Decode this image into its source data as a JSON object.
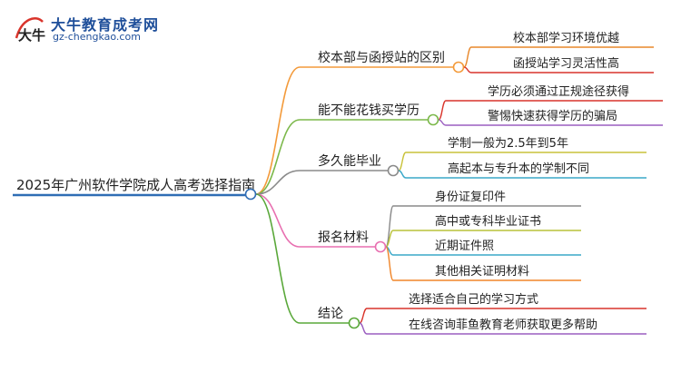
{
  "logo": {
    "title": "大牛教育成考网",
    "url": "gz-chengkao.com",
    "mark_text": "大牛"
  },
  "root": {
    "label": "2025年广州软件学院成人高考选择指南",
    "color": "#2f6db5"
  },
  "branches": [
    {
      "label": "校本部与函授站的区别",
      "color": "#f39a3a",
      "leaves": [
        {
          "label": "校本部学习环境优越",
          "color": "#e8872a"
        },
        {
          "label": "函授站学习灵活性高",
          "color": "#d9342b"
        }
      ]
    },
    {
      "label": "能不能花钱买学历",
      "color": "#7bb84a",
      "leaves": [
        {
          "label": "学历必须通过正规途径获得",
          "color": "#d9342b"
        },
        {
          "label": "警惕快速获得学历的骗局",
          "color": "#9b5fc0"
        }
      ]
    },
    {
      "label": "多久能毕业",
      "color": "#8a8a8a",
      "leaves": [
        {
          "label": "学制一般为2.5年到5年",
          "color": "#c9c23a"
        },
        {
          "label": "高起本与专升本的学制不同",
          "color": "#3aa8c9"
        }
      ]
    },
    {
      "label": "报名材料",
      "color": "#e86fb0",
      "leaves": [
        {
          "label": "身份证复印件",
          "color": "#8a8a8a"
        },
        {
          "label": "高中或专科毕业证书",
          "color": "#b9c23a"
        },
        {
          "label": "近期证件照",
          "color": "#3aa8c9"
        },
        {
          "label": "其他相关证明材料",
          "color": "#f0862a"
        }
      ]
    },
    {
      "label": "结论",
      "color": "#5aa83a",
      "leaves": [
        {
          "label": "选择适合自己的学习方式",
          "color": "#d9342b"
        },
        {
          "label": "在线咨询菲鱼教育老师获取更多帮助",
          "color": "#9b5fc0"
        }
      ]
    }
  ]
}
